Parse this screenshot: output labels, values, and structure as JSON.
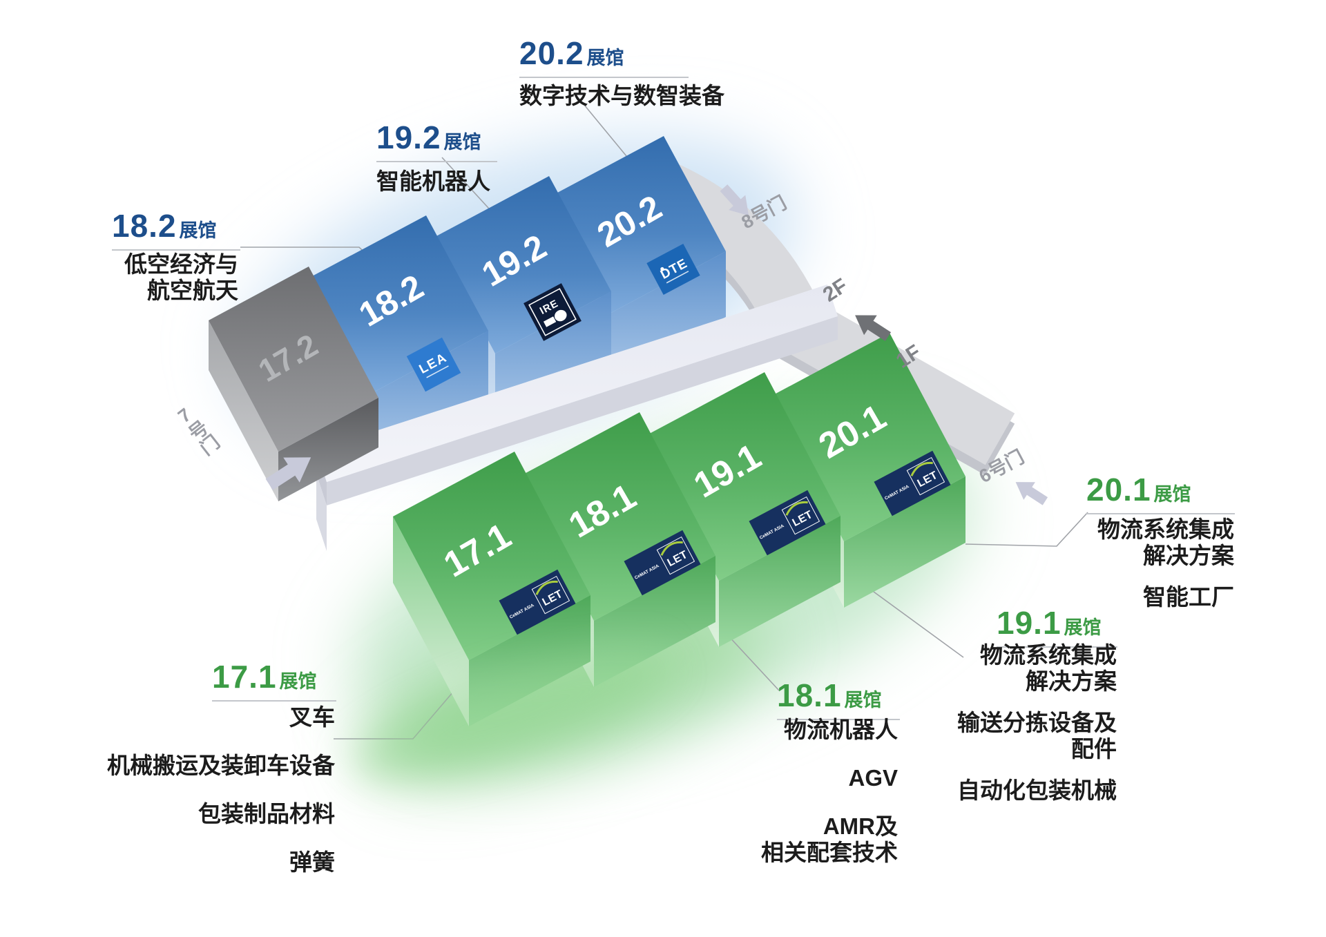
{
  "halls": {
    "h202": {
      "number": "20.2",
      "suffix": "展馆",
      "categories": [
        "数字技术与数智装备"
      ]
    },
    "h192": {
      "number": "19.2",
      "suffix": "展馆",
      "categories": [
        "智能机器人"
      ]
    },
    "h182": {
      "number": "18.2",
      "suffix": "展馆",
      "categories": [
        "低空经济与",
        "航空航天"
      ]
    },
    "h201": {
      "number": "20.1",
      "suffix": "展馆",
      "categories": [
        "物流系统集成",
        "解决方案",
        "智能工厂"
      ]
    },
    "h191": {
      "number": "19.1",
      "suffix": "展馆",
      "categories": [
        "物流系统集成",
        "解决方案",
        "输送分拣设备及",
        "配件",
        "自动化包装机械"
      ]
    },
    "h181": {
      "number": "18.1",
      "suffix": "展馆",
      "categories": [
        "物流机器人",
        "AGV",
        "AMR及",
        "相关配套技术"
      ]
    },
    "h171": {
      "number": "17.1",
      "suffix": "展馆",
      "categories": [
        "叉车",
        "机械搬运及装卸车设备",
        "包装制品材料",
        "弹簧"
      ]
    }
  },
  "boxes": {
    "b172": "17.2",
    "b182": "18.2",
    "b192": "19.2",
    "b202": "20.2",
    "b171": "17.1",
    "b181": "18.1",
    "b191": "19.1",
    "b201": "20.1"
  },
  "gates": {
    "gate7": "7号门",
    "gate8": "8号门",
    "gate6": "6号门"
  },
  "floors": {
    "f2": "2F",
    "f1": "1F"
  },
  "logos": {
    "lea": "LEA",
    "ire": "IRE",
    "dte": "DTE",
    "let": "LET",
    "cemat": "CeMAT ASIA"
  },
  "colors": {
    "blue_title": "#1d4e8b",
    "green_title": "#3c9b45",
    "text_black": "#1c1c1c",
    "blue_box_top": "#3a76bb",
    "green_box_top": "#4ea759",
    "gray_box_top": "#77797c",
    "corridor": "#e9ebf3",
    "gate_gray": "#9b9da4"
  }
}
